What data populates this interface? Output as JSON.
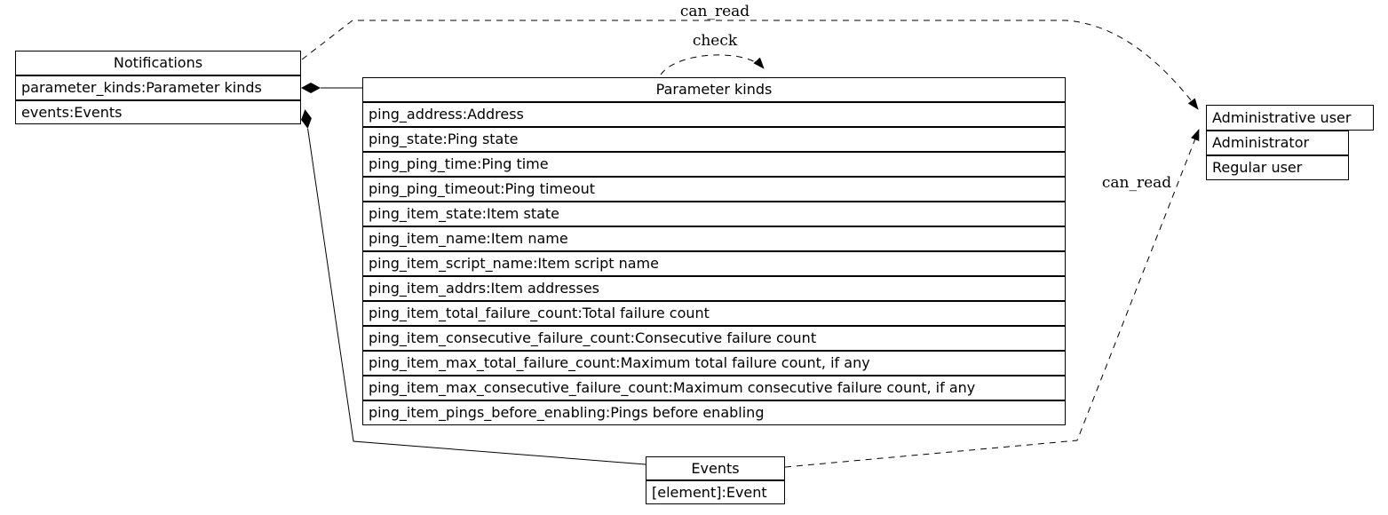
{
  "canvas": {
    "background": "#ffffff",
    "line_color": "#000000"
  },
  "nodes": {
    "notifications": {
      "title": "Notifications",
      "rows": [
        "parameter_kinds:Parameter kinds",
        "events:Events"
      ]
    },
    "parameter_kinds": {
      "title": "Parameter kinds",
      "rows": [
        "ping_address:Address",
        "ping_state:Ping state",
        "ping_ping_time:Ping time",
        "ping_ping_timeout:Ping timeout",
        "ping_item_state:Item state",
        "ping_item_name:Item name",
        "ping_item_script_name:Item script name",
        "ping_item_addrs:Item addresses",
        "ping_item_total_failure_count:Total failure count",
        "ping_item_consecutive_failure_count:Consecutive failure count",
        "ping_item_max_total_failure_count:Maximum total failure count, if any",
        "ping_item_max_consecutive_failure_count:Maximum consecutive failure count, if any",
        "ping_item_pings_before_enabling:Pings before enabling"
      ]
    },
    "administrative_user": {
      "title": "Administrative user",
      "rows": [
        "Administrator",
        "Regular user"
      ]
    },
    "events": {
      "title": "Events",
      "rows": [
        "[element]:Event"
      ]
    }
  },
  "edge_labels": {
    "can_read_top": "can_read",
    "check": "check",
    "can_read_right": "can_read"
  }
}
